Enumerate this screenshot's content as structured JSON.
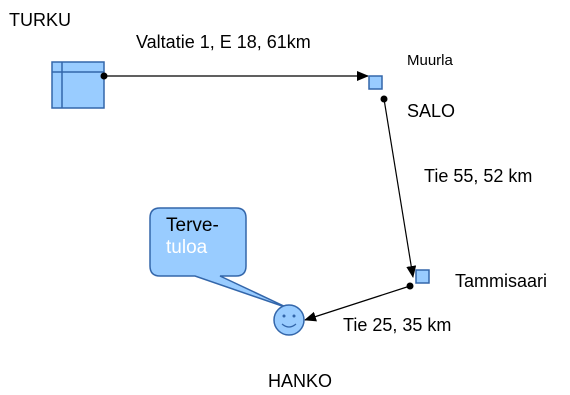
{
  "places": {
    "turku": "TURKU",
    "muurla": "Muurla",
    "salo": "SALO",
    "tammisaari": "Tammisaari",
    "hanko": "HANKO"
  },
  "routes": {
    "turku_to_muurla": "Valtatie 1, E 18, 61km",
    "salo_to_tammisaari": "Tie  55, 52 km",
    "tammisaari_to_hanko": "Tie 25, 35 km"
  },
  "greeting": {
    "line1": "Terve-",
    "line2": "tuloa"
  },
  "icons": {
    "start": "table-icon",
    "waypoint": "node-square-icon",
    "destination": "smiley-face-icon",
    "speech": "speech-bubble-icon"
  },
  "colors": {
    "shape_fill": "#99ccff",
    "shape_stroke": "#3366aa",
    "bubble_fill": "#99ccff",
    "bubble_text_dark": "#000000",
    "bubble_text_light": "#ffffff",
    "line": "#000000"
  }
}
